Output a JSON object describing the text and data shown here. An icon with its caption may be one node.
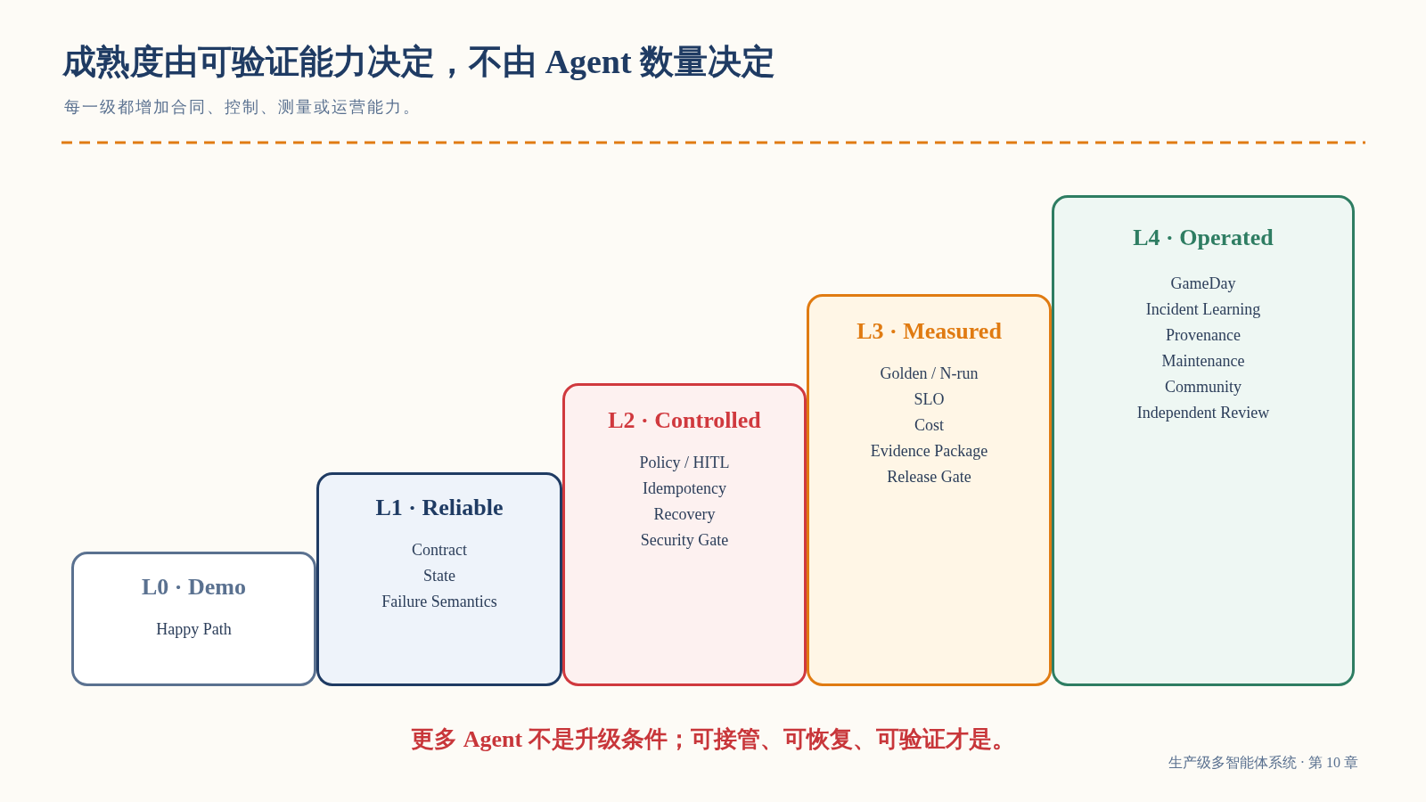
{
  "diagram": {
    "title": "成熟度由可验证能力决定，不由 Agent 数量决定",
    "nodes": [
      {
        "text": [
          "L0 · Demo",
          "Happy Path"
        ]
      },
      {
        "text": [
          "L1 · Reliable",
          "Contract",
          "State",
          "Failure Semantics"
        ]
      },
      {
        "text": [
          "L2 · Controlled",
          "Policy / HITL",
          "Idempotency",
          "Recovery",
          "Security Gate"
        ]
      },
      {
        "text": [
          "L3 · Measured",
          "Golden / N-run",
          "SLO",
          "Cost",
          "Evidence Package",
          "Release Gate"
        ]
      },
      {
        "text": [
          "L4 · Operated",
          "GameDay",
          "Incident Learning",
          "Provenance",
          "Maintenance",
          "Community",
          "Independent Review"
        ]
      }
    ],
    "labels": [
      "每一级都增加合同、控制、测量或运营能力。",
      "更多 Agent 不是升级条件；可接管、可恢复、可验证才是。",
      "生产级多智能体系统 · 第 10 章"
    ]
  }
}
